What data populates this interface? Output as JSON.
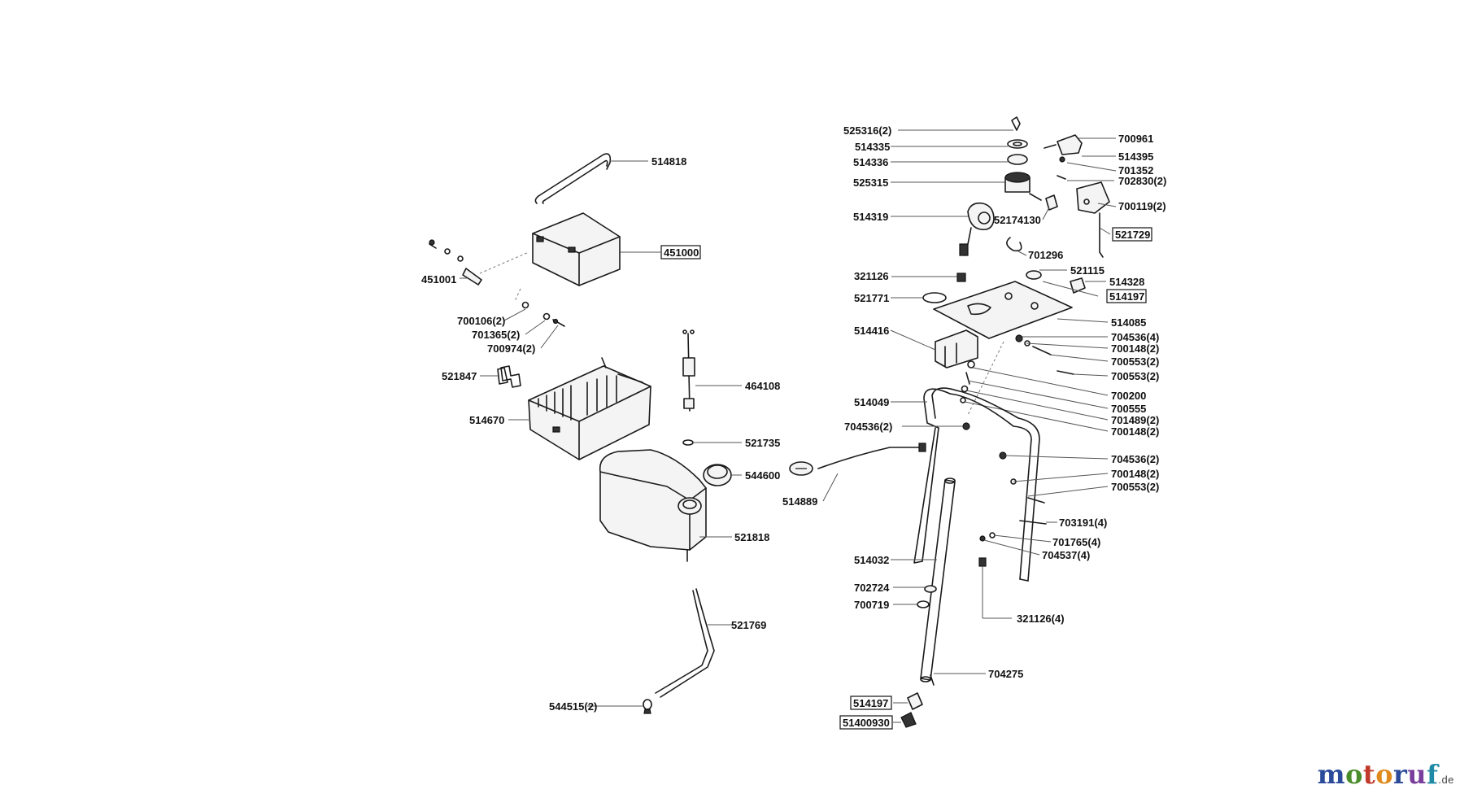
{
  "labels": {
    "p514818": "514818",
    "p451000": "451000",
    "p451001": "451001",
    "p700106": "700106(2)",
    "p701365": "701365(2)",
    "p700974": "700974(2)",
    "p521847": "521847",
    "p514670": "514670",
    "p464108": "464108",
    "p521735": "521735",
    "p544600": "544600",
    "p521818": "521818",
    "p521769": "521769",
    "p544515": "544515(2)",
    "p525316": "525316(2)",
    "p514335": "514335",
    "p514336": "514336",
    "p525315": "525315",
    "p514319": "514319",
    "p52174130": "52174130",
    "p701296": "701296",
    "p700961": "700961",
    "p514395": "514395",
    "p701352": "701352",
    "p702830": "702830(2)",
    "p700119": "700119(2)",
    "p521729": "521729",
    "p321126": "321126",
    "p521771": "521771",
    "p521115": "521115",
    "p514328": "514328",
    "p514197a": "514197",
    "p514085": "514085",
    "p514416": "514416",
    "p704536a": "704536(4)",
    "p700148a": "700148(2)",
    "p700553a": "700553(2)",
    "p700553b": "700553(2)",
    "p700200": "700200",
    "p700555": "700555",
    "p701489": "701489(2)",
    "p700148b": "700148(2)",
    "p514049": "514049",
    "p704536b": "704536(2)",
    "p704536c": "704536(2)",
    "p700148c": "700148(2)",
    "p700553c": "700553(2)",
    "p514889": "514889",
    "p703191": "703191(4)",
    "p701765": "701765(4)",
    "p704537": "704537(4)",
    "p514032": "514032",
    "p702724": "702724",
    "p700719": "700719",
    "p321126b": "321126(4)",
    "p704275": "704275",
    "p514197b": "514197",
    "p51400930": "51400930"
  },
  "logo": {
    "letters": [
      "m",
      "o",
      "t",
      "o",
      "r",
      "u",
      "f"
    ],
    "colors": [
      "#2b4a9a",
      "#4a8c2a",
      "#c0392b",
      "#e08a1e",
      "#2b4a9a",
      "#7a3e9d",
      "#1f8aa6"
    ],
    "suffix": ".de"
  }
}
